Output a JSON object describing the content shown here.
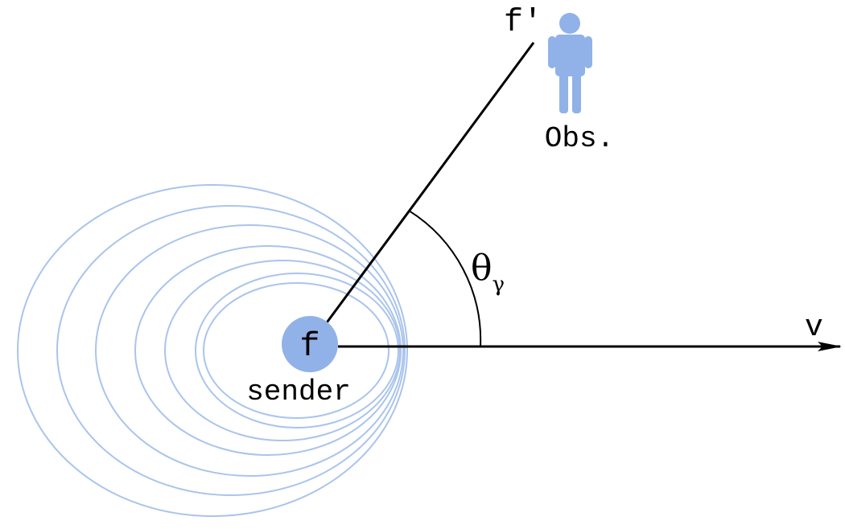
{
  "labels": {
    "observed_frequency": "f′",
    "observer": "Obs.",
    "angle_symbol": "θ",
    "angle_subscript": "γ",
    "velocity": "v",
    "source_frequency": "f",
    "sender": "sender"
  },
  "colors": {
    "accent": "#91b2e8",
    "wavefront": "#aac4ec",
    "line": "#000000",
    "background": "#ffffff"
  },
  "icons": {
    "observer": "person-icon",
    "sender": "filled-circle"
  }
}
